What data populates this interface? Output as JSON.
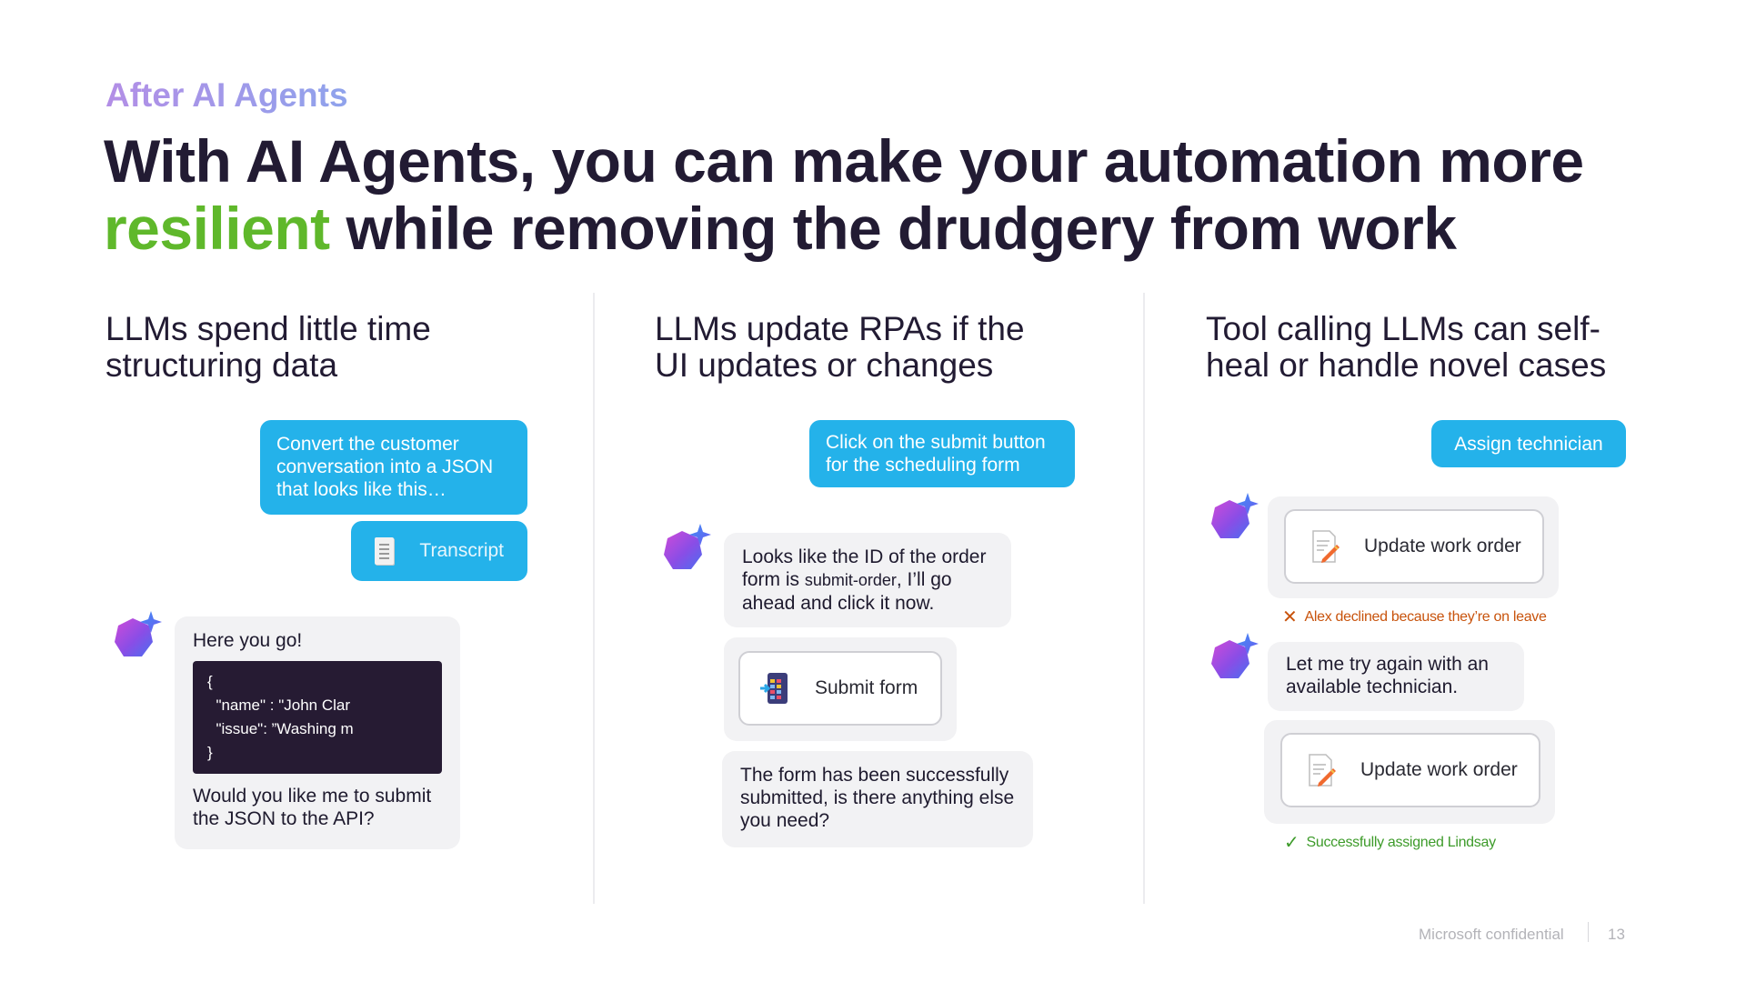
{
  "eyebrow": "After AI Agents",
  "headline": {
    "line1": "With AI Agents, you can make your automation more",
    "highlight": "resilient",
    "line2_rest": " while removing the drudgery from work"
  },
  "colors": {
    "accent_blue": "#24b2ea",
    "highlight_green": "#5fb82b",
    "code_bg": "#261b33",
    "error": "#c8530c",
    "success": "#3d9b2a"
  },
  "columns": [
    {
      "title": "LLMs spend little time structuring data",
      "user_message": "Convert the customer conversation into a JSON that looks like this…",
      "attachment": {
        "icon": "document-icon",
        "label": "Transcript"
      },
      "bot_reply": {
        "intro": "Here you go!",
        "code": [
          "{",
          "  \"name\" : \"John Clar",
          "  \"issue\": ”Washing m",
          "}"
        ],
        "outro": "Would you like me to submit the JSON to the API?"
      }
    },
    {
      "title": "LLMs update RPAs if the UI updates or changes",
      "user_message": "Click on the submit button for the scheduling form",
      "bot_msg_pre": "Looks like the ID of the order form is ",
      "bot_msg_code": "submit-order",
      "bot_msg_post": ", I’ll go ahead and click it now.",
      "action": {
        "icon": "form-app-icon",
        "label": "Submit form"
      },
      "bot_msg2": "The form has been successfully submitted, is there anything else you need?"
    },
    {
      "title": "Tool calling LLMs can self-heal or handle novel cases",
      "user_message": "Assign technician",
      "action1": {
        "icon": "edit-document-icon",
        "label": "Update work order"
      },
      "error_status": "Alex declined because they’re on leave",
      "bot_msg": "Let me try again with an available technician.",
      "action2": {
        "icon": "edit-document-icon",
        "label": "Update work order"
      },
      "success_status": "Successfully assigned Lindsay"
    }
  ],
  "footer": {
    "confidential": "Microsoft confidential",
    "page_number": "13"
  }
}
